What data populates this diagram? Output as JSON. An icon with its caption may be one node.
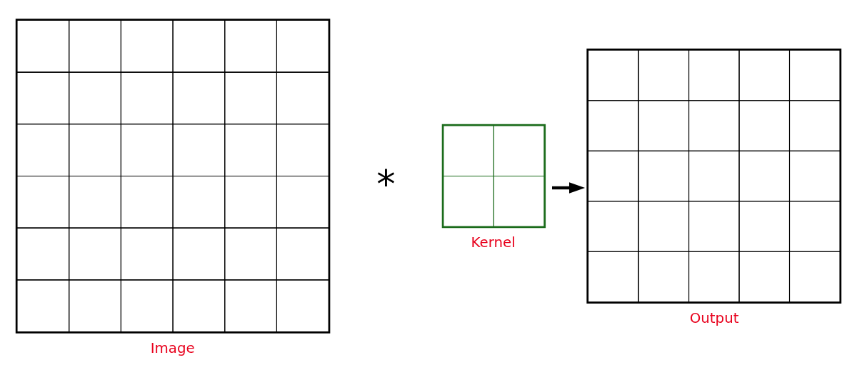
{
  "diagram": {
    "nodes": [
      {
        "text": [],
        "shape": "box",
        "beside": [
          "Image"
        ]
      },
      {
        "text": [],
        "shape": "box",
        "beside": [
          "Kernel"
        ]
      },
      {
        "text": [],
        "shape": "box",
        "beside": [
          "Output"
        ]
      }
    ],
    "edges": [
      {
        "from": 1,
        "to": 2,
        "arrow": "to"
      }
    ],
    "labels": [
      "*"
    ]
  }
}
